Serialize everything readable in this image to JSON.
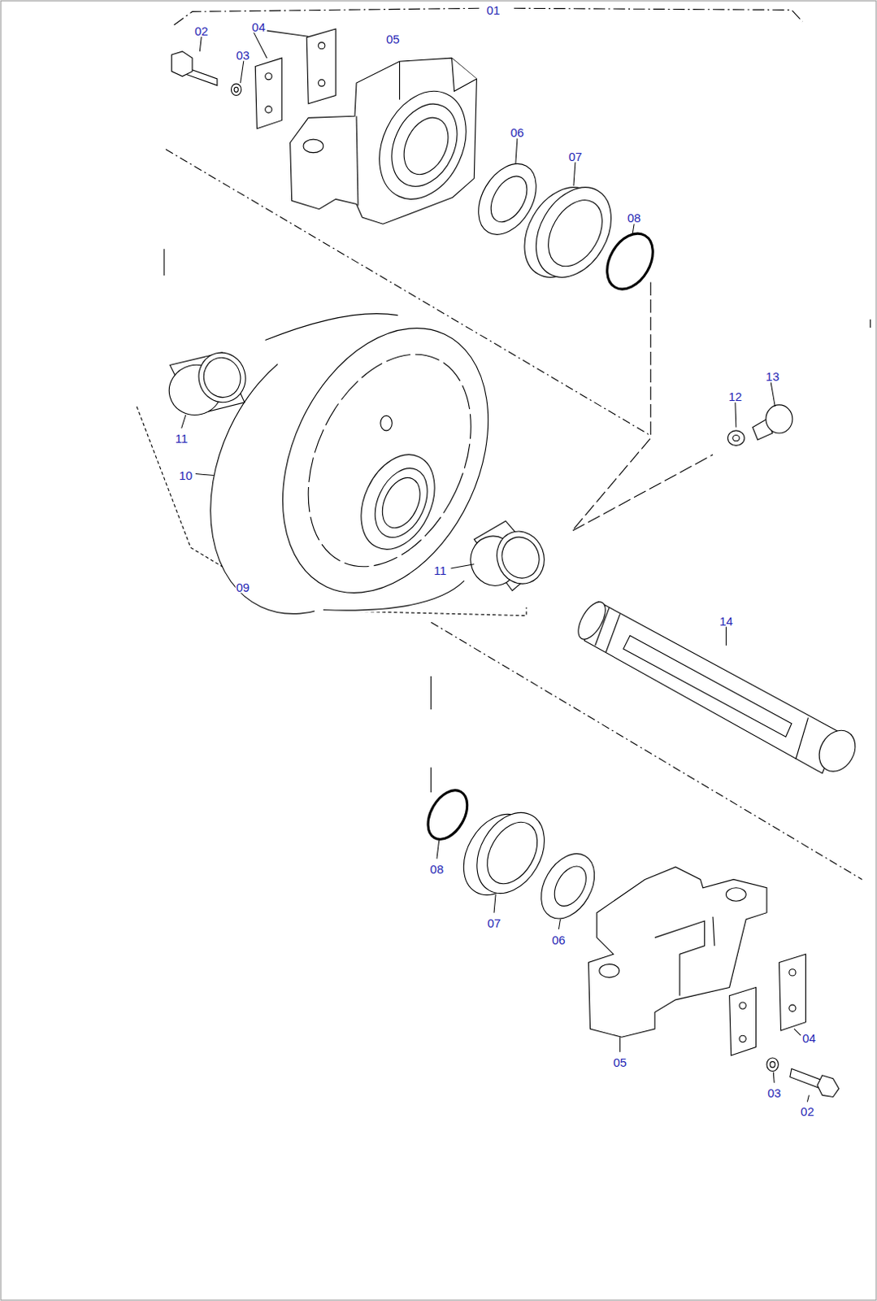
{
  "diagram": {
    "labels": [
      "01",
      "02",
      "04",
      "03",
      "05",
      "06",
      "07",
      "08",
      "13",
      "12",
      "11",
      "10",
      "11",
      "09",
      "14",
      "08",
      "07",
      "06",
      "04",
      "05",
      "03",
      "02"
    ]
  }
}
